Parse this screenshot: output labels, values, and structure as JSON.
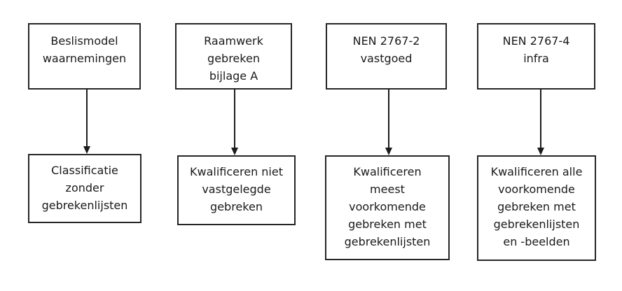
{
  "diagram": {
    "description": "Flowchart with four classification methods, each top box pointing with an arrow to its resulting qualification approach",
    "colors": {
      "background": "#ffffff",
      "box_border": "#262626",
      "box_fill": "#ffffff",
      "text": "#1a1a1a",
      "arrow": "#1c1c1c"
    },
    "columns": [
      {
        "id": "beslismodel",
        "top_box": "Beslismodel\nwaarnemingen",
        "bottom_box": "Classificatie\nzonder\ngebrekenlijsten"
      },
      {
        "id": "raamwerk",
        "top_box": "Raamwerk\ngebreken\nbijlage A",
        "bottom_box": "Kwalificeren niet\nvastgelegde\ngebreken"
      },
      {
        "id": "nen-2767-2",
        "top_box": "NEN 2767-2\nvastgoed",
        "bottom_box": "Kwalificeren\nmeest\nvoorkomende\ngebreken met\ngebrekenlijsten"
      },
      {
        "id": "nen-2767-4",
        "top_box": "NEN 2767-4\ninfra",
        "bottom_box": "Kwalificeren alle\nvoorkomende\ngebreken met\ngebrekenlijsten\nen -beelden"
      }
    ]
  }
}
